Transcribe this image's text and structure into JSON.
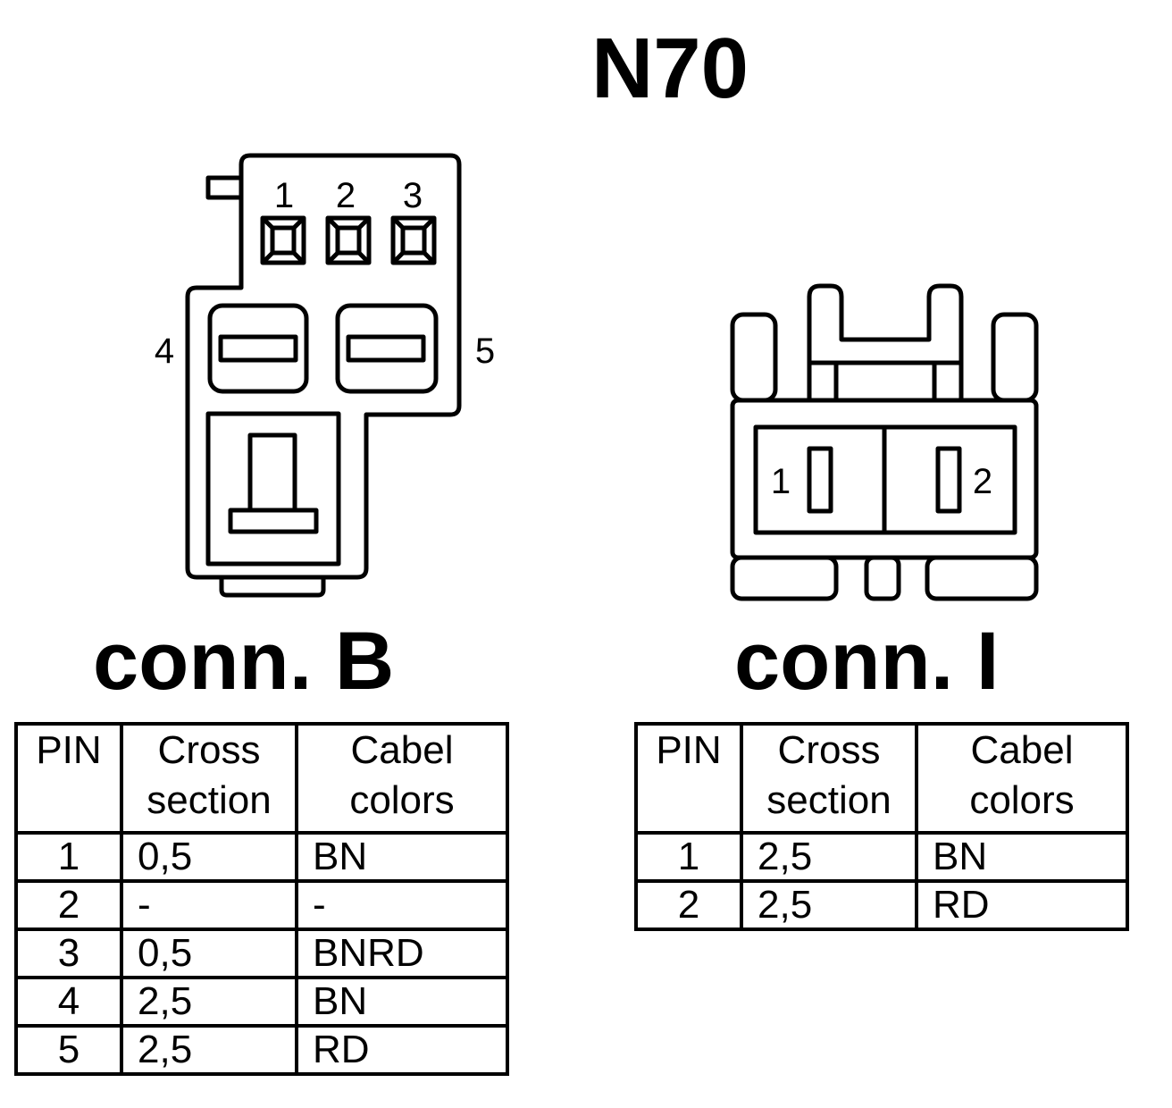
{
  "title": "N70",
  "connectors": [
    {
      "label": "conn. B",
      "pin_labels": [
        "1",
        "2",
        "3",
        "4",
        "5"
      ],
      "table": {
        "headers": [
          "PIN",
          "Cross\nsection",
          "Cabel\ncolors"
        ],
        "rows": [
          [
            "1",
            "0,5",
            "BN"
          ],
          [
            "2",
            "-",
            "-"
          ],
          [
            "3",
            "0,5",
            "BNRD"
          ],
          [
            "4",
            "2,5",
            "BN"
          ],
          [
            "5",
            "2,5",
            "RD"
          ]
        ]
      }
    },
    {
      "label": "conn. I",
      "pin_labels": [
        "1",
        "2"
      ],
      "table": {
        "headers": [
          "PIN",
          "Cross\nsection",
          "Cabel\ncolors"
        ],
        "rows": [
          [
            "1",
            "2,5",
            "BN"
          ],
          [
            "2",
            "2,5",
            "RD"
          ]
        ]
      }
    }
  ]
}
